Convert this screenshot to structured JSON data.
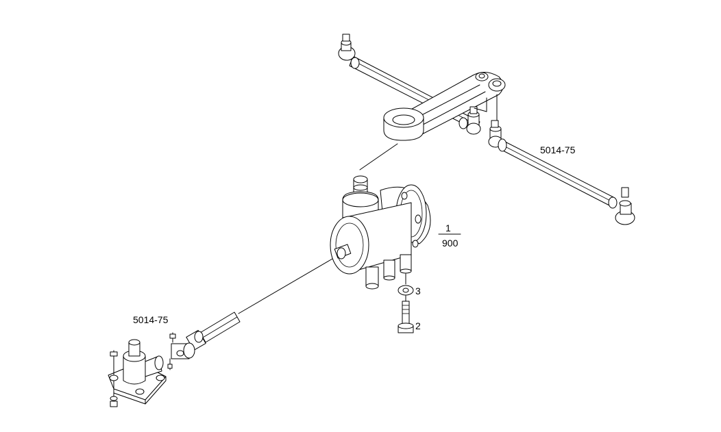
{
  "labels": {
    "tie_rod_ref": "5014-75",
    "steering_box_num": "1",
    "steering_box_den": "900",
    "washer": "3",
    "bolt": "2",
    "shaft_ref": "5014-75"
  }
}
